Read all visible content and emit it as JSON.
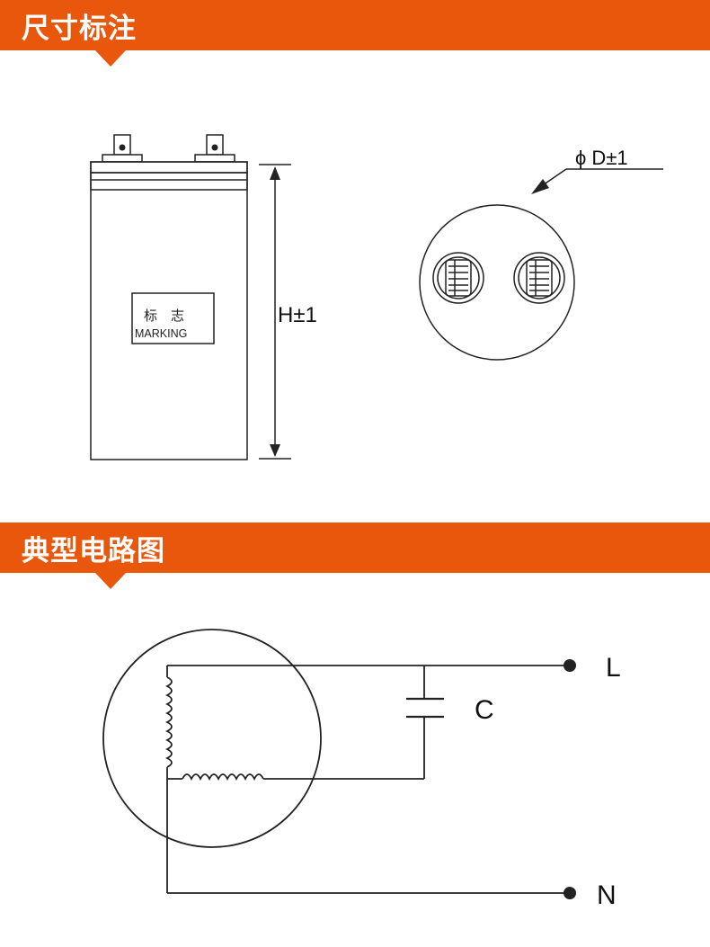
{
  "sections": {
    "dimensions": {
      "title": "尺寸标注"
    },
    "circuit": {
      "title": "典型电路图"
    }
  },
  "side_view": {
    "marking_cn": "标　志",
    "marking_en": "MARKING",
    "height_label": "H±1"
  },
  "top_view": {
    "diameter_label": "ϕ D±1"
  },
  "circuit": {
    "capacitor_label": "C",
    "line_label": "L",
    "neutral_label": "N"
  },
  "colors": {
    "banner": "#e8570c",
    "line": "#222222"
  }
}
